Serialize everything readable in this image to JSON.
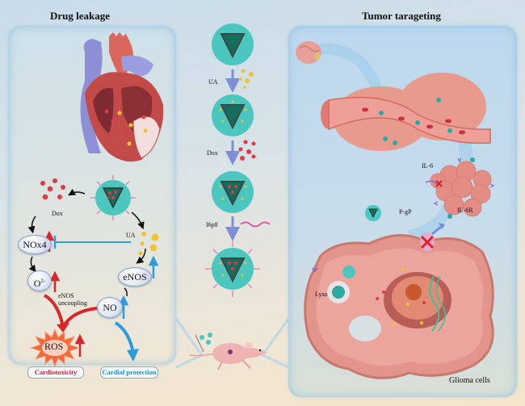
{
  "titles": {
    "left": "Drug leakage",
    "right": "Tumor tarageting"
  },
  "left_panel": {
    "heart_label": "heart-illustration",
    "dox_label": "Dox",
    "ua_label": "UA",
    "molecules": {
      "nox4": "NOx4",
      "superoxide": "O",
      "superoxide_sup": "2-",
      "enos": "eNOS",
      "no": "NO"
    },
    "enos_uncoupling": [
      "eNOS",
      "uncoupling"
    ],
    "ros": "ROS",
    "outcomes": {
      "cardiotoxicity": "Cardiotoxicity",
      "cardial_protection": "Cardial protection"
    },
    "colors": {
      "up_red": "#d9262a",
      "up_blue": "#2e9be0",
      "inhibit_blue": "#2ea0dc",
      "cardiotoxicity_text": "#c0283a",
      "protection_text": "#1f8fd0",
      "ros_burst": "#f26a3c"
    }
  },
  "middle_panel": {
    "steps": [
      {
        "label": "UA"
      },
      {
        "label": "Dox"
      },
      {
        "label": "I6p8"
      }
    ],
    "colors": {
      "liposome_shell": "#4cc7c0",
      "liposome_core": "#156e5c",
      "ua_particle": "#f2c233",
      "dox_particle": "#e23a45",
      "peptide": "#e05aa8",
      "flow_arrow": "#7f8fd6"
    }
  },
  "right_panel": {
    "labels": {
      "il6": "IL-6",
      "il6r": "IL-6R",
      "pgp": "P-gP",
      "lyso": "Lyso",
      "glioma": "Glioma cells"
    },
    "colors": {
      "tissue": "#e89a8c",
      "vessel": "#de7b72",
      "block_x": "#e01e2a",
      "receptor": "#8a64c8"
    }
  }
}
